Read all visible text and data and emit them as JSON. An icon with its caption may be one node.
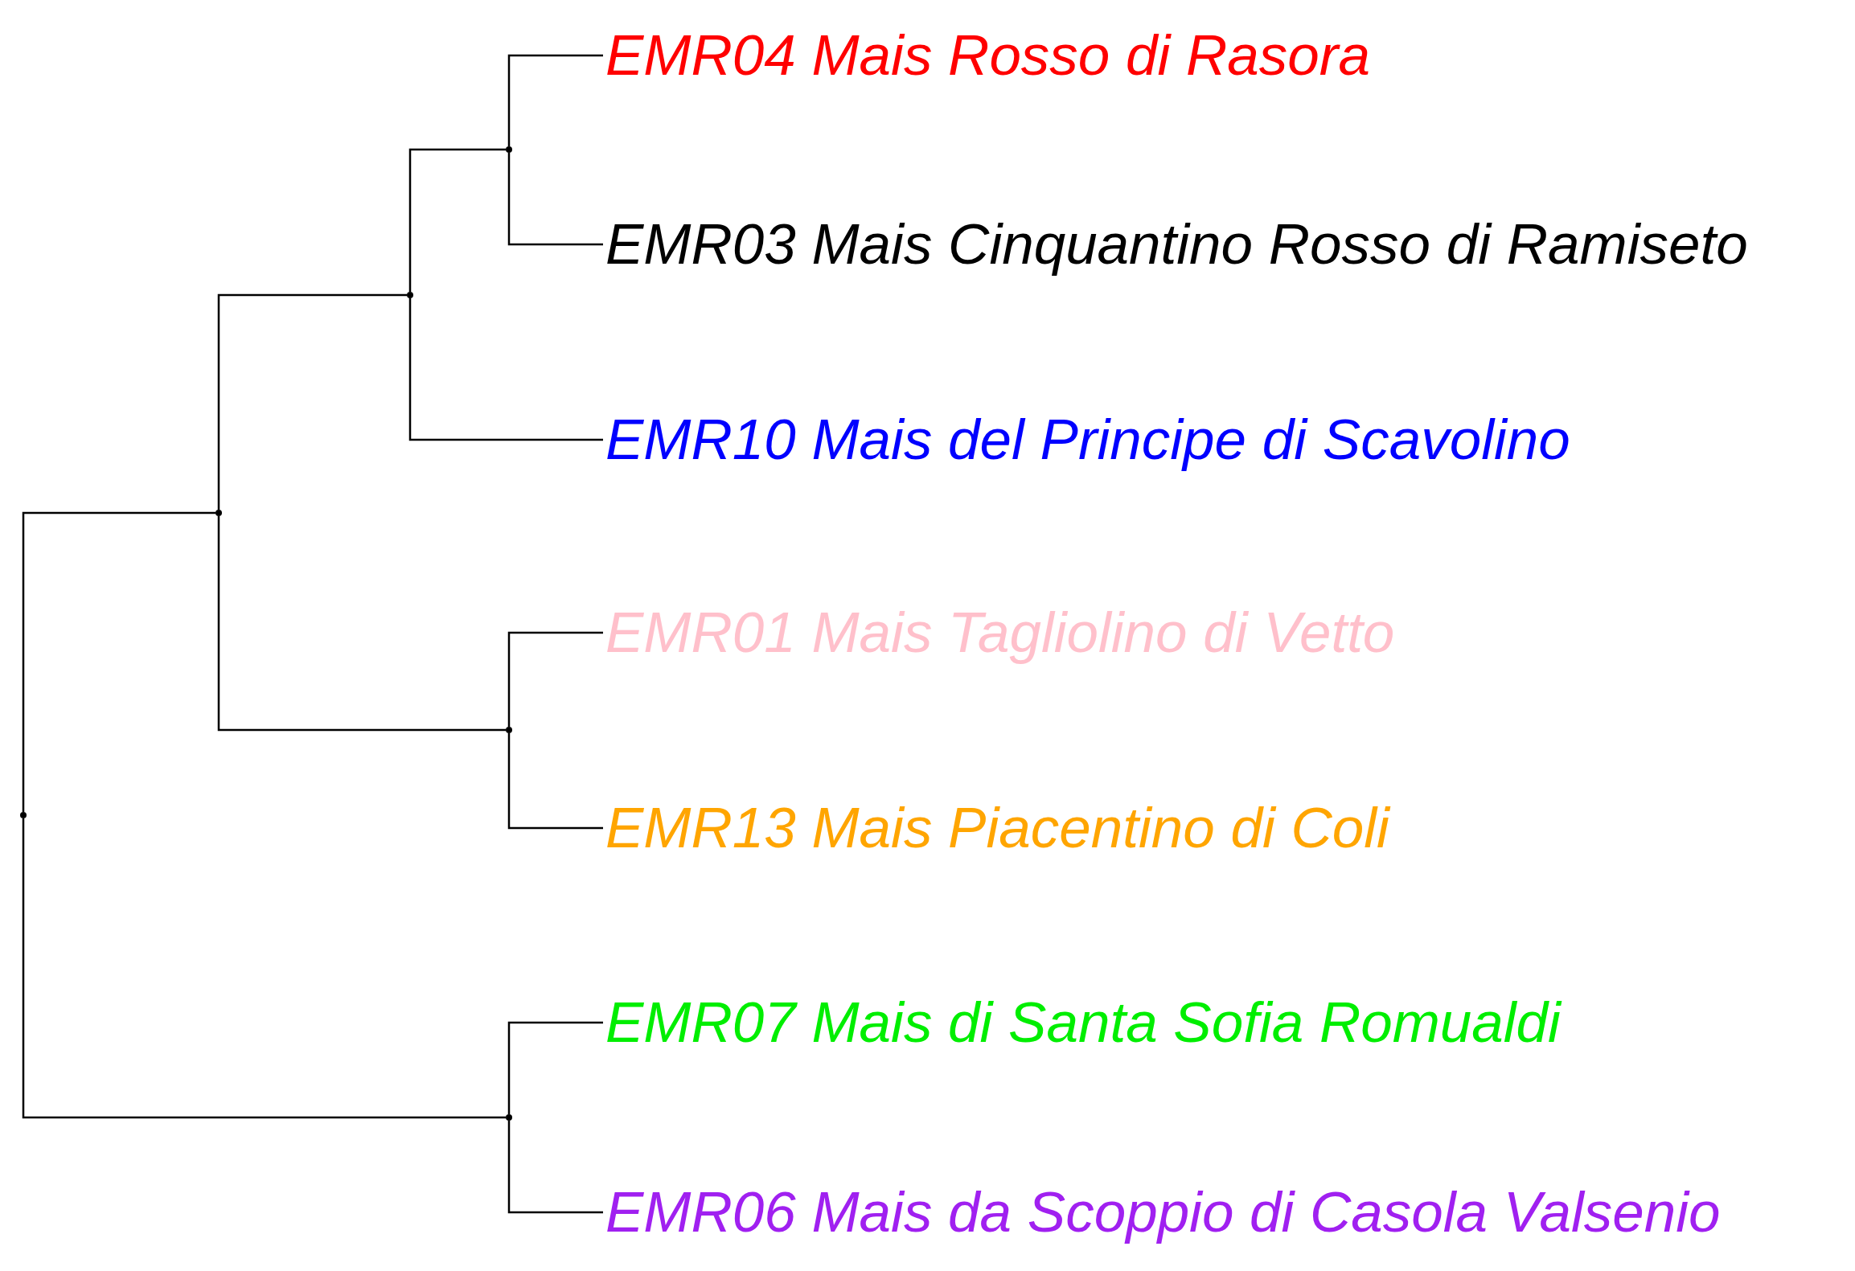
{
  "diagram": {
    "nodes": [
      {
        "text": [
          "EMR04 Mais Rosso di Rasora"
        ]
      },
      {
        "text": [
          "EMR03 Mais Cinquantino Rosso di Ramiseto"
        ]
      },
      {
        "text": [
          "EMR10 Mais del Principe di Scavolino"
        ]
      },
      {
        "text": [
          "EMR01 Mais Tagliolino di Vetto"
        ]
      },
      {
        "text": [
          "EMR13 Mais Piacentino di Coli"
        ]
      },
      {
        "text": [
          "EMR07 Mais di Santa Sofia Romualdi"
        ]
      },
      {
        "text": [
          "EMR06 Mais da Scoppio di Casola Valsenio"
        ]
      },
      {
        "text": [],
        "shape": "circle"
      },
      {
        "text": [],
        "shape": "circle"
      },
      {
        "text": [],
        "shape": "circle"
      },
      {
        "text": [],
        "shape": "circle"
      },
      {
        "text": [],
        "shape": "circle"
      },
      {
        "text": [],
        "shape": "circle"
      }
    ],
    "edges": [
      {
        "from": 7,
        "to": 8,
        "arrow": "none"
      },
      {
        "from": 7,
        "to": 12,
        "arrow": "none"
      },
      {
        "from": 8,
        "to": 9,
        "arrow": "none"
      },
      {
        "from": 8,
        "to": 11,
        "arrow": "none"
      },
      {
        "from": 9,
        "to": 10,
        "arrow": "none"
      },
      {
        "from": 9,
        "to": 2,
        "arrow": "none"
      },
      {
        "from": 10,
        "to": 0,
        "arrow": "none"
      },
      {
        "from": 10,
        "to": 1,
        "arrow": "none"
      },
      {
        "from": 11,
        "to": 3,
        "arrow": "none"
      },
      {
        "from": 11,
        "to": 4,
        "arrow": "none"
      },
      {
        "from": 12,
        "to": 5,
        "arrow": "none"
      },
      {
        "from": 12,
        "to": 6,
        "arrow": "none"
      }
    ]
  }
}
